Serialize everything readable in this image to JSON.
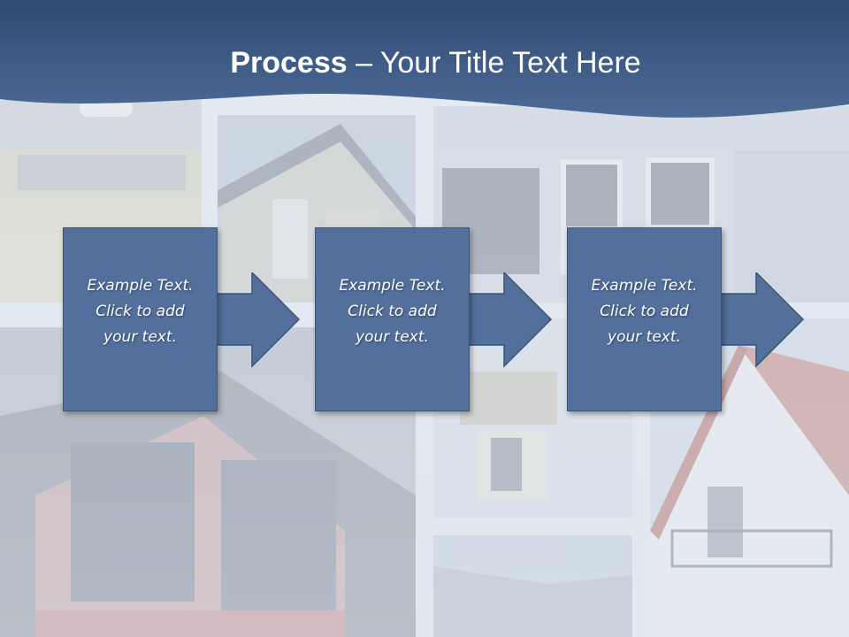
{
  "title": {
    "bold": "Process",
    "rest": " – Your Title Text Here"
  },
  "steps": [
    {
      "line1": "Example Text.",
      "line2": "Click  to add",
      "line3": "your text."
    },
    {
      "line1": "Example Text.",
      "line2": "Click  to add",
      "line3": "your text."
    },
    {
      "line1": "Example Text.",
      "line2": "Click  to add",
      "line3": "your text."
    }
  ],
  "colors": {
    "header": "#3f5c86",
    "box": "#53709c",
    "box_border": "#3b5478"
  },
  "icons": {
    "arrow": "right-arrow-icon"
  }
}
